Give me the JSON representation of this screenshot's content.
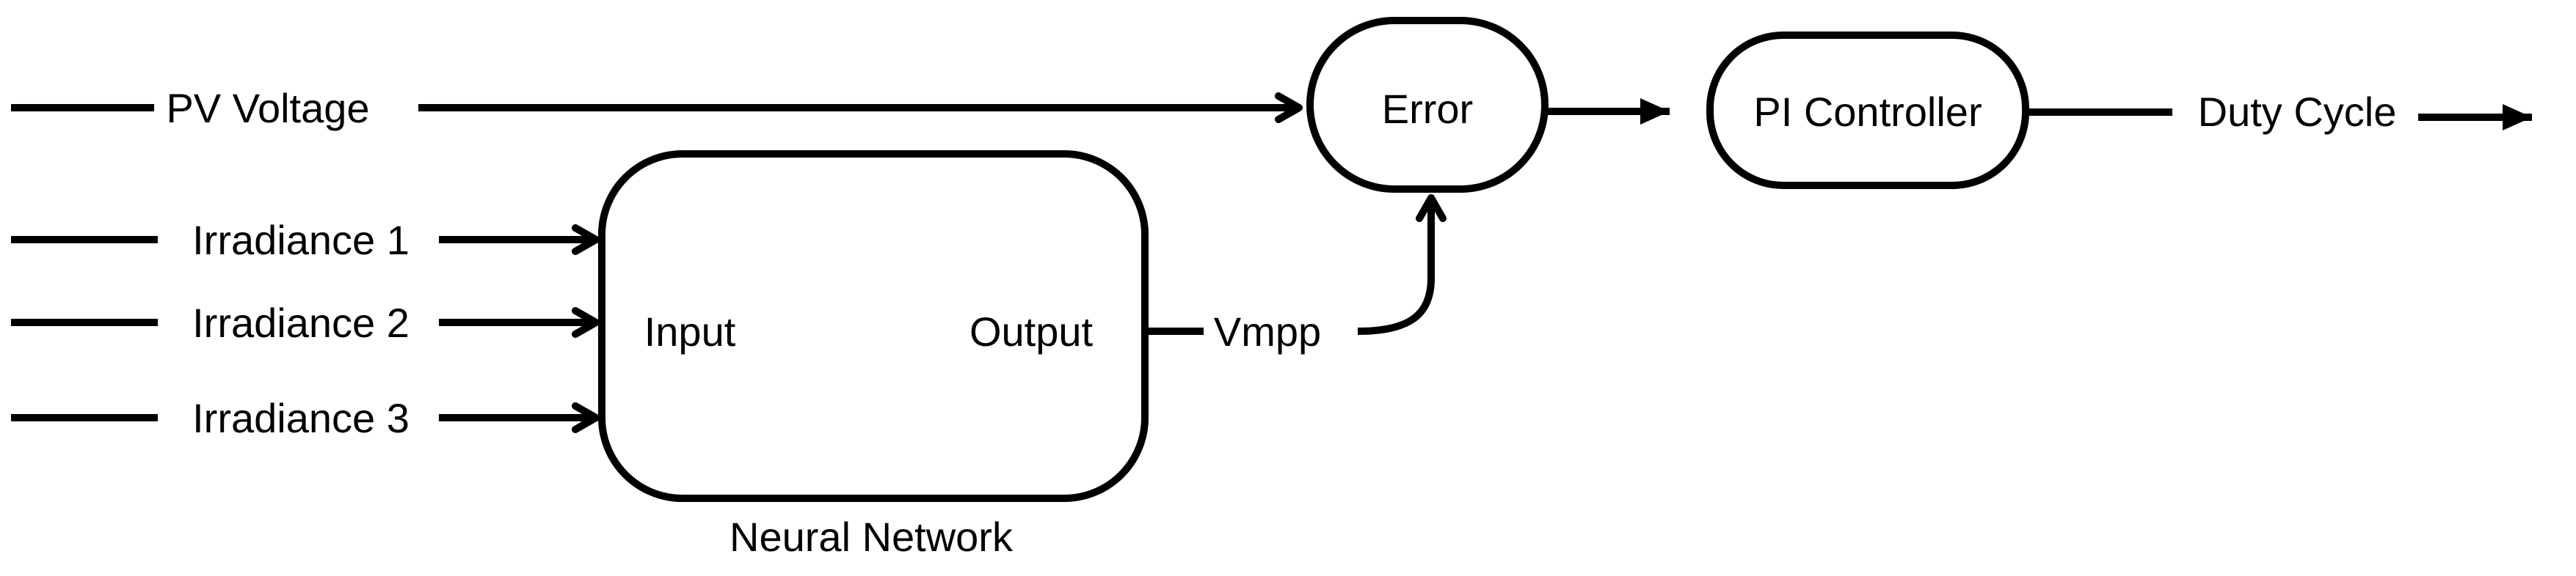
{
  "inputs": {
    "pv_voltage": "PV Voltage",
    "irradiance_1": "Irradiance 1",
    "irradiance_2": "Irradiance 2",
    "irradiance_3": "Irradiance 3"
  },
  "neural_network": {
    "caption": "Neural Network",
    "input_label": "Input",
    "output_label": "Output"
  },
  "vmpp_label": "Vmpp",
  "error_label": "Error",
  "pi_controller_label": "PI Controller",
  "output_label": "Duty Cycle",
  "colors": {
    "stroke": "#000000",
    "background": "#ffffff"
  }
}
